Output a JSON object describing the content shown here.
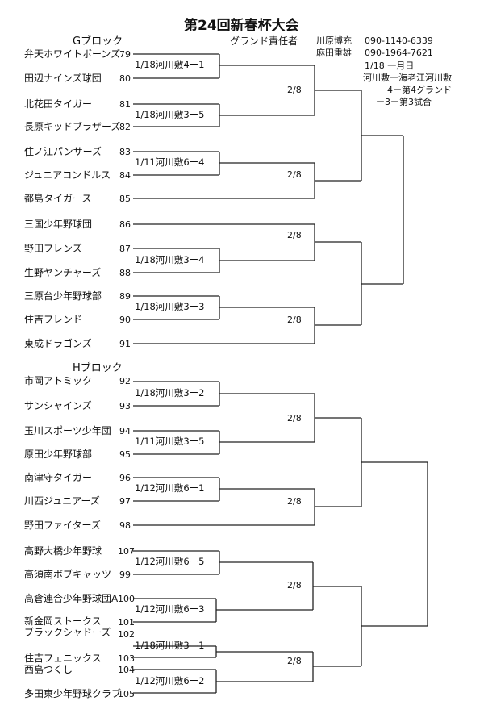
{
  "title": "第24回新春杯大会",
  "ground_manager_label": "グランド責任者",
  "contacts": [
    {
      "name": "川原博充",
      "phone": "090-1140-6339"
    },
    {
      "name": "麻田重雄",
      "phone": "090-1964-7621"
    }
  ],
  "notes": [
    "1/18 一月日",
    "河川敷一海老江河川敷",
    "4ー第4グランド",
    "ー3ー第3試合"
  ],
  "g_block": {
    "title": "Gブロック",
    "teams": [
      {
        "name": "弁天ホワイトボーンズ",
        "no": "79"
      },
      {
        "name": "田辺ナインズ球団",
        "no": "80"
      },
      {
        "name": "北花田タイガー",
        "no": "81"
      },
      {
        "name": "長原キッドブラザーズ",
        "no": "82"
      },
      {
        "name": "住ノ江パンサーズ",
        "no": "83"
      },
      {
        "name": "ジュニアコンドルス",
        "no": "84"
      },
      {
        "name": "都島タイガース",
        "no": "85"
      },
      {
        "name": "三国少年野球団",
        "no": "86"
      },
      {
        "name": "野田フレンズ",
        "no": "87"
      },
      {
        "name": "生野ヤンチャーズ",
        "no": "88"
      },
      {
        "name": "三原台少年野球部",
        "no": "89"
      },
      {
        "name": "住吉フレンド",
        "no": "90"
      },
      {
        "name": "東成ドラゴンズ",
        "no": "91"
      }
    ],
    "matches": [
      "1/18河川敷4ー1",
      "1/18河川敷3ー5",
      "1/11河川敷6ー4",
      "1/18河川敷3ー4",
      "1/18河川敷3ー3"
    ],
    "dates": [
      "2/8",
      "2/8",
      "2/8",
      "2/8"
    ]
  },
  "h_block": {
    "title": "Hブロック",
    "teams": [
      {
        "name": "市岡アトミック",
        "no": "92"
      },
      {
        "name": "サンシャインズ",
        "no": "93"
      },
      {
        "name": "玉川スポーツ少年団",
        "no": "94"
      },
      {
        "name": "原田少年野球部",
        "no": "95"
      },
      {
        "name": "南津守タイガー",
        "no": "96"
      },
      {
        "name": "川西ジュニアーズ",
        "no": "97"
      },
      {
        "name": "野田ファイターズ",
        "no": "98"
      },
      {
        "name": "高野大橋少年野球",
        "no": "107"
      },
      {
        "name": "高須南ボブキャッツ",
        "no": "99"
      },
      {
        "name": "高倉連合少年野球団A",
        "no": "100"
      },
      {
        "name": "新金岡ストークス",
        "no": "101"
      },
      {
        "name": "ブラックシャドーズ",
        "no": "102"
      },
      {
        "name": "住吉フェニックス",
        "no": "103"
      },
      {
        "name": "西島つくし",
        "no": "104"
      },
      {
        "name": "多田東少年野球クラブ",
        "no": "105"
      }
    ],
    "matches": [
      "1/18河川敷3ー2",
      "1/11河川敷3ー5",
      "1/12河川敷6ー1",
      "1/12河川敷6ー5",
      "1/12河川敷6ー3",
      "1/18河川敷3ー1",
      "1/12河川敷6ー2"
    ],
    "dates": [
      "2/8",
      "2/8",
      "2/8",
      "2/8"
    ]
  }
}
